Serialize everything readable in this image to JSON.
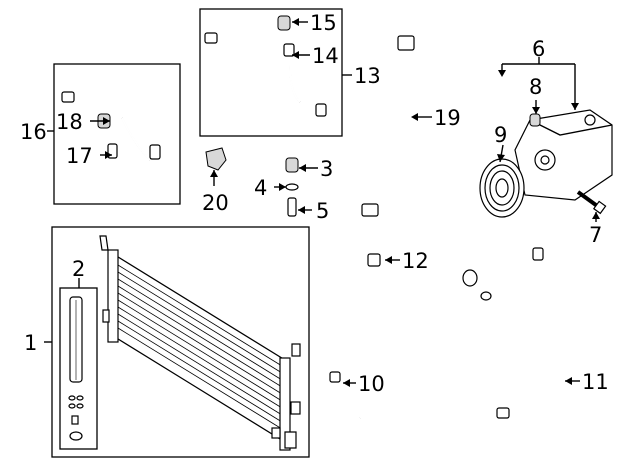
{
  "diagram": {
    "callouts": {
      "c1": "1",
      "c2": "2",
      "c3": "3",
      "c4": "4",
      "c5": "5",
      "c6": "6",
      "c7": "7",
      "c8": "8",
      "c9": "9",
      "c10": "10",
      "c11": "11",
      "c12": "12",
      "c13": "13",
      "c14": "14",
      "c15": "15",
      "c16": "16",
      "c17": "17",
      "c18": "18",
      "c19": "19",
      "c20": "20"
    }
  }
}
